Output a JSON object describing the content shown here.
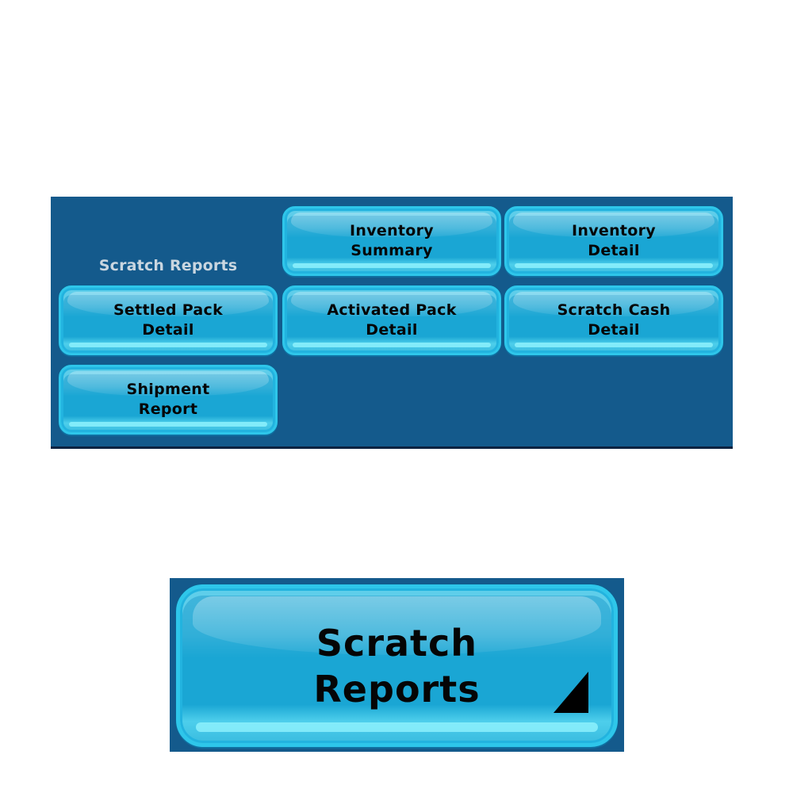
{
  "menu": {
    "section_title": "Scratch Reports",
    "buttons": [
      {
        "id": "inventory-summary",
        "line1": "Inventory",
        "line2": "Summary"
      },
      {
        "id": "inventory-detail",
        "line1": "Inventory",
        "line2": "Detail"
      },
      {
        "id": "settled-pack-detail",
        "line1": "Settled Pack",
        "line2": "Detail"
      },
      {
        "id": "activated-pack-detail",
        "line1": "Activated Pack",
        "line2": "Detail"
      },
      {
        "id": "scratch-cash-detail",
        "line1": "Scratch Cash",
        "line2": "Detail"
      },
      {
        "id": "shipment-report",
        "line1": "Shipment",
        "line2": "Report"
      }
    ]
  },
  "launcher": {
    "line1": "Scratch",
    "line2": "Reports",
    "indicator_icon": "corner-triangle-icon"
  },
  "colors": {
    "panel_bg": "#145a8c",
    "button_face": "#1aa6d4",
    "button_rim": "#2ec6ea",
    "section_title": "#c9d6e0",
    "button_text": "#050505"
  }
}
